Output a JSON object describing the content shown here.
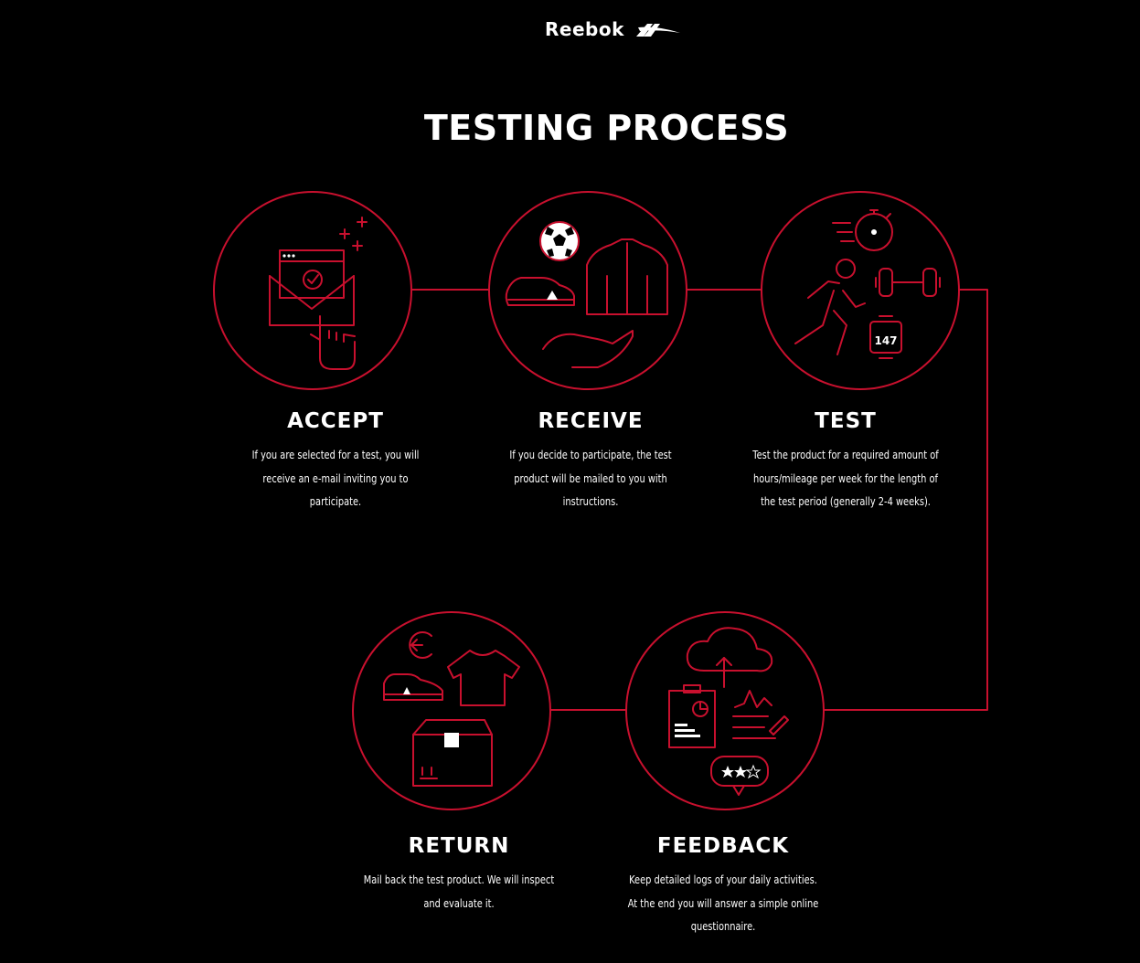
{
  "brand": {
    "name": "Reebok"
  },
  "page": {
    "title": "TESTING PROCESS"
  },
  "colors": {
    "background": "#000000",
    "accent": "#c8102e",
    "text": "#ffffff"
  },
  "steps": [
    {
      "title": "ACCEPT",
      "description": "If you are selected for a test, you will receive an e-mail inviting you to participate.",
      "icon": "envelope-check-icon"
    },
    {
      "title": "RECEIVE",
      "description": "If you decide to participate, the test product will be mailed to you with instructions.",
      "icon": "products-icon"
    },
    {
      "title": "TEST",
      "description": "Test the product for a required amount of hours/mileage per week for the length of the test period (generally 2-4 weeks).",
      "icon": "workout-icon",
      "watch_value": "147"
    },
    {
      "title": "RETURN",
      "description": "Mail back the test product. We will inspect and evaluate it.",
      "icon": "return-box-icon"
    },
    {
      "title": "FEEDBACK",
      "description": "Keep detailed logs of your daily activities. At the end you will answer a simple online questionnaire.",
      "icon": "feedback-icon"
    }
  ]
}
